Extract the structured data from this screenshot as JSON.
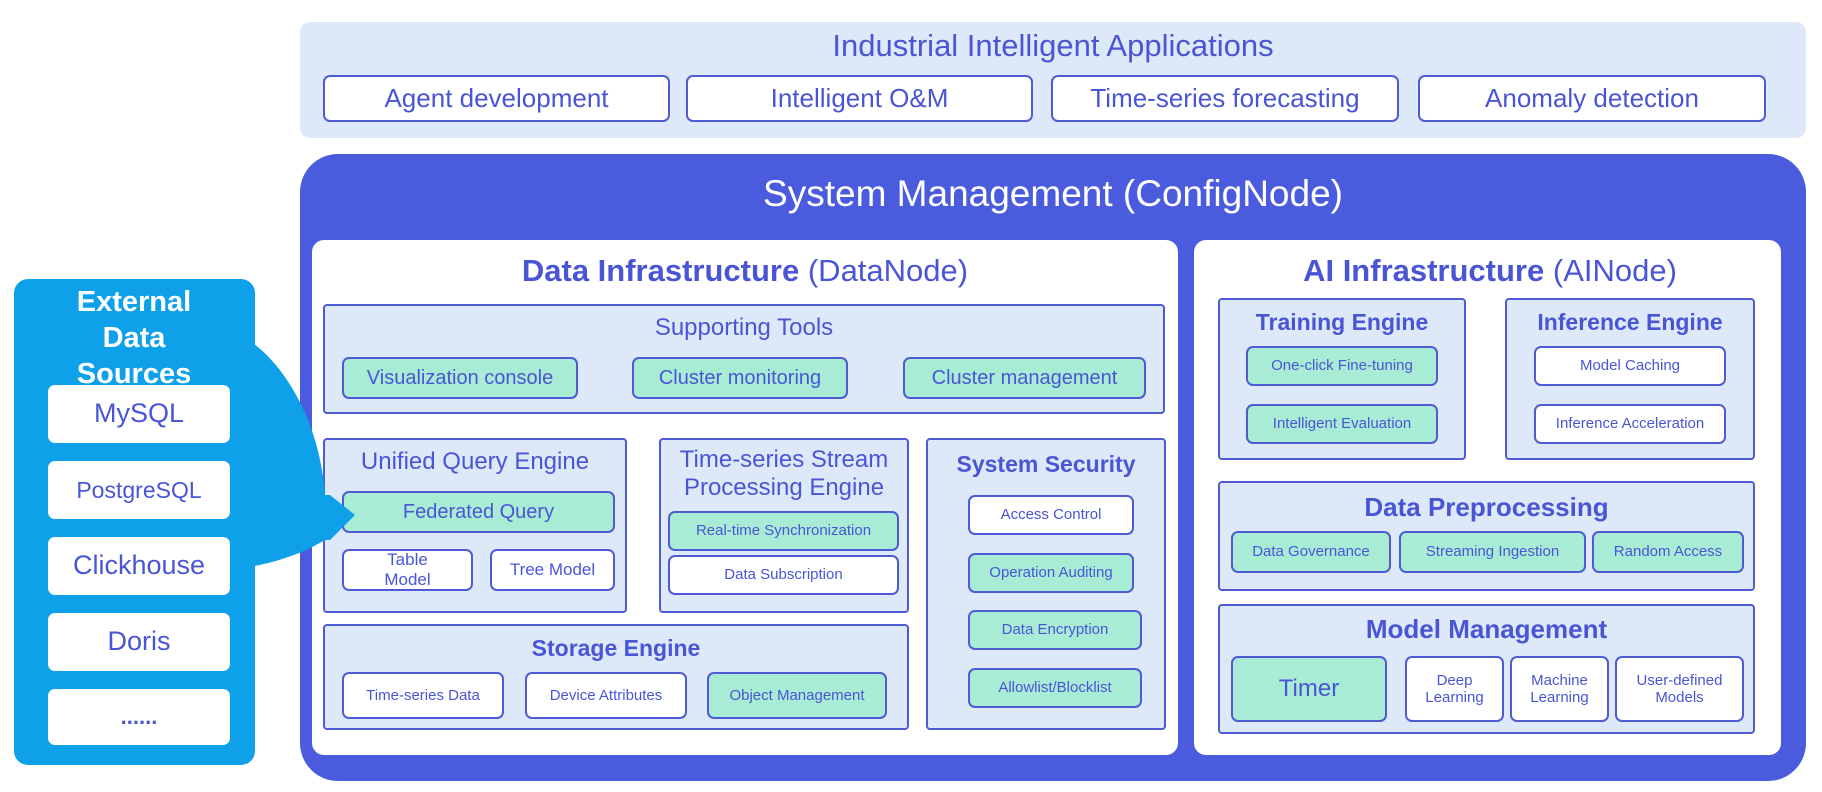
{
  "applications": {
    "title": "Industrial Intelligent Applications",
    "items": [
      "Agent development",
      "Intelligent O&M",
      "Time-series forecasting",
      "Anomaly detection"
    ]
  },
  "system": {
    "title": "System Management (ConfigNode)"
  },
  "data_infra": {
    "title_bold": "Data Infrastructure",
    "title_suffix": "(DataNode)",
    "supporting_tools": {
      "title": "Supporting Tools",
      "items": [
        "Visualization console",
        "Cluster monitoring",
        "Cluster management"
      ]
    },
    "query_engine": {
      "title": "Unified Query Engine",
      "federated": "Federated Query",
      "table_model": "Table Model",
      "tree_model": "Tree Model"
    },
    "stream_engine": {
      "title": "Time-series Stream Processing Engine",
      "items": [
        "Real-time Synchronization",
        "Data Subscription"
      ]
    },
    "security": {
      "title": "System Security",
      "items": [
        "Access Control",
        "Operation Auditing",
        "Data Encryption",
        "Allowlist/Blocklist"
      ]
    },
    "storage": {
      "title": "Storage Engine",
      "items": [
        "Time-series Data",
        "Device Attributes",
        "Object Management"
      ]
    }
  },
  "ai_infra": {
    "title_bold": "AI Infrastructure",
    "title_suffix": "(AINode)",
    "training": {
      "title": "Training Engine",
      "items": [
        "One-click Fine-tuning",
        "Intelligent Evaluation"
      ]
    },
    "inference": {
      "title": "Inference Engine",
      "items": [
        "Model Caching",
        "Inference Acceleration"
      ]
    },
    "preprocessing": {
      "title": "Data Preprocessing",
      "items": [
        "Data Governance",
        "Streaming Ingestion",
        "Random Access"
      ]
    },
    "model_mgmt": {
      "title": "Model Management",
      "items": [
        "Timer",
        "Deep Learning",
        "Machine Learning",
        "User-defined Models"
      ]
    }
  },
  "external": {
    "title": "External Data Sources",
    "items": [
      "MySQL",
      "PostgreSQL",
      "Clickhouse",
      "Doris",
      "......"
    ]
  },
  "colors": {
    "accent": "#4a55d6",
    "system_bg": "#4a5cdd",
    "panel_bg": "#dde9f8",
    "highlight": "#a8ecd6",
    "external_bg": "#0fa0ea"
  }
}
